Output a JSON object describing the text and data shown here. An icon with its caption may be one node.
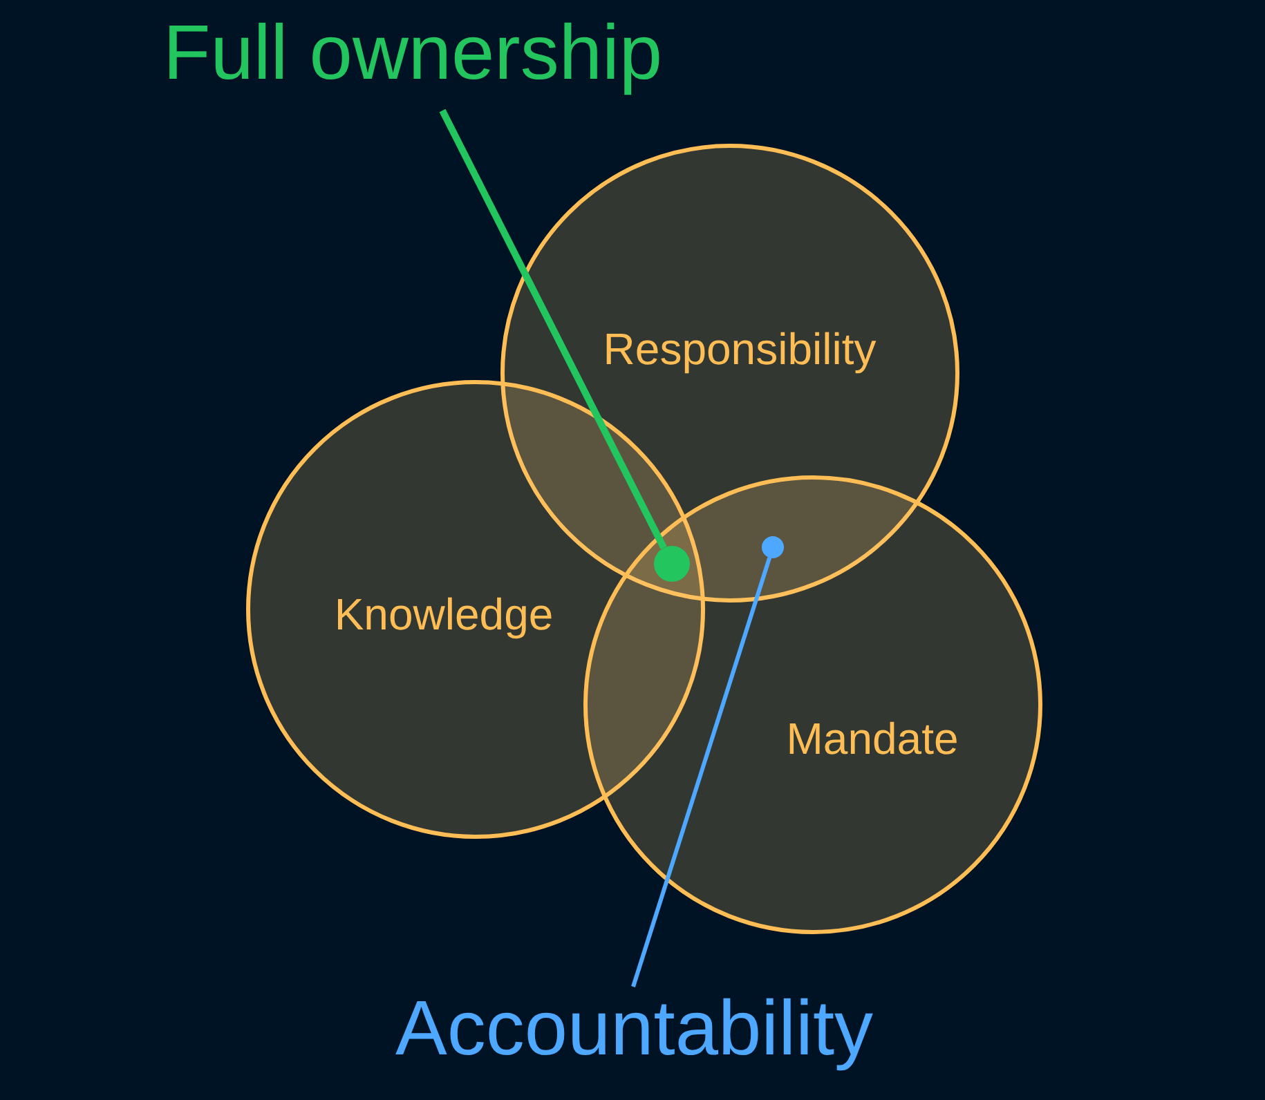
{
  "diagram": {
    "nodes": [
      {
        "text": [
          "Full ownership"
        ]
      },
      {
        "text": [
          "Responsibility"
        ]
      },
      {
        "text": [
          "Knowledge"
        ]
      },
      {
        "text": [
          "Mandate"
        ]
      },
      {
        "text": [],
        "shape": "circle"
      },
      {
        "text": [
          "Accountability"
        ]
      },
      {
        "text": [],
        "shape": "circle"
      }
    ],
    "edges": [
      {
        "from": 0,
        "to": 4,
        "arrow": "none",
        "color": "#22c55e"
      },
      {
        "from": 5,
        "to": 6,
        "arrow": "none",
        "color": "#4fa8ff"
      }
    ]
  }
}
